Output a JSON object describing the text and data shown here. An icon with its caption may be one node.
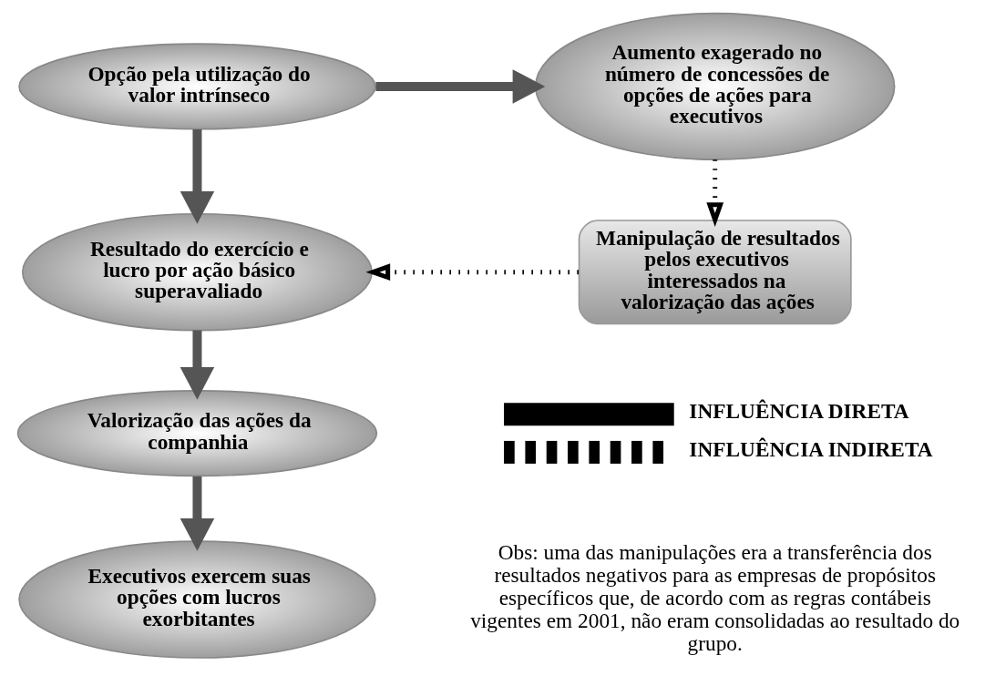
{
  "diagram": {
    "nodes": [
      {
        "text": [
          "Opção pela utilização do valor intrínseco"
        ]
      },
      {
        "text": [
          "Aumento exagerado no número de concessões de opções de ações para executivos"
        ]
      },
      {
        "text": [
          "Resultado do exercício e lucro por ação básico superavaliado"
        ]
      },
      {
        "text": [
          "Manipulação de resultados pelos executivos interessados na valorização das ações"
        ]
      },
      {
        "text": [
          "Valorização das ações da companhia"
        ]
      },
      {
        "text": [
          "Executivos exercem suas opções com lucros exorbitantes"
        ]
      }
    ],
    "edges": [
      {
        "from": 0,
        "to": 1,
        "arrow": "to"
      },
      {
        "from": 0,
        "to": 2,
        "arrow": "to"
      },
      {
        "from": 1,
        "to": 3,
        "arrow": "to",
        "style": "dashed"
      },
      {
        "from": 3,
        "to": 2,
        "arrow": "to",
        "style": "dashed"
      },
      {
        "from": 2,
        "to": 4,
        "arrow": "to"
      },
      {
        "from": 4,
        "to": 5,
        "arrow": "to"
      }
    ],
    "labels": [
      "Obs: uma das manipulações era a transferência dos resultados negativos para as empresas de propósitos específicos que, de acordo com as regras contábeis vigentes em 2001, não eram consolidadas ao resultado do grupo."
    ],
    "legend": [
      {
        "text": "INFLUÊNCIA DIRETA"
      },
      {
        "text": "INFLUÊNCIA INDIRETA"
      }
    ]
  }
}
